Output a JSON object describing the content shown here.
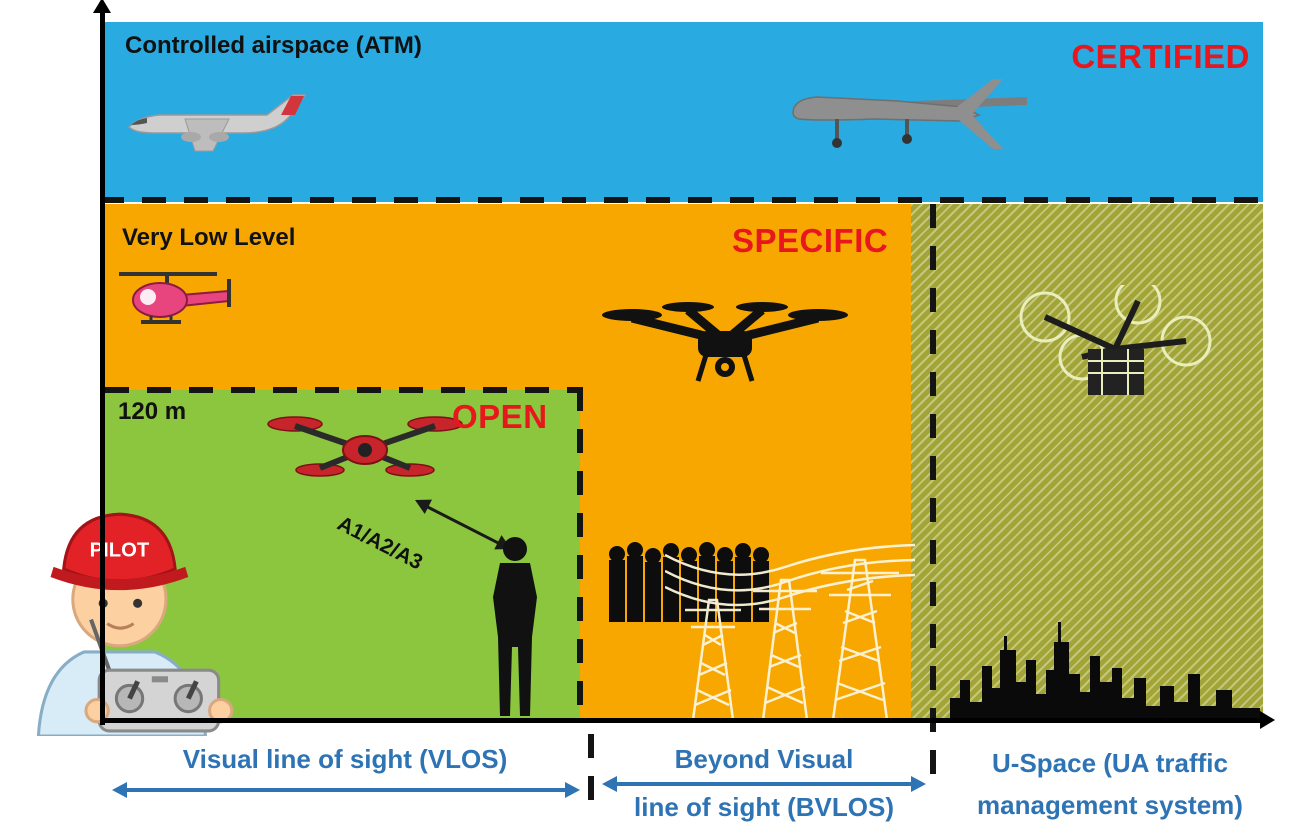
{
  "zones": {
    "certified": {
      "airspace_label": "Controlled airspace (ATM)",
      "category_label": "CERTIFIED",
      "band_color": "#29aae1"
    },
    "specific": {
      "airspace_label": "Very Low Level",
      "category_label": "SPECIFIC",
      "band_color": "#f8a701"
    },
    "open": {
      "altitude_label": "120 m",
      "category_label": "OPEN",
      "subcategories_label": "A1/A2/A3",
      "band_color": "#8cc63e"
    },
    "uspace": {
      "band_color": "#a2a437"
    }
  },
  "pilot": {
    "cap_text": "PILOT"
  },
  "x_segments": {
    "vlos": {
      "label": "Visual line of sight (VLOS)"
    },
    "bvlos": {
      "label_line1": "Beyond Visual",
      "label_line2": "line of sight (BVLOS)"
    },
    "uspace": {
      "label_line1": "U-Space (UA traffic",
      "label_line2": "management system)"
    }
  },
  "colors": {
    "category_label_red": "#e8161d",
    "segment_label_blue": "#2e74b5",
    "axis_black": "#111111",
    "background": "#ffffff"
  },
  "icons": [
    "airliner-icon",
    "military-uav-icon",
    "helicopter-icon",
    "quadcopter-silhouette-icon",
    "delivery-drone-icon",
    "red-quadcopter-icon",
    "range-arrow-icon",
    "person-silhouette-icon",
    "crowd-icon",
    "power-line-towers-icon",
    "city-skyline-icon",
    "pilot-figure-icon",
    "remote-controller-icon",
    "vlos-double-arrow-icon",
    "bvlos-double-arrow-icon"
  ]
}
